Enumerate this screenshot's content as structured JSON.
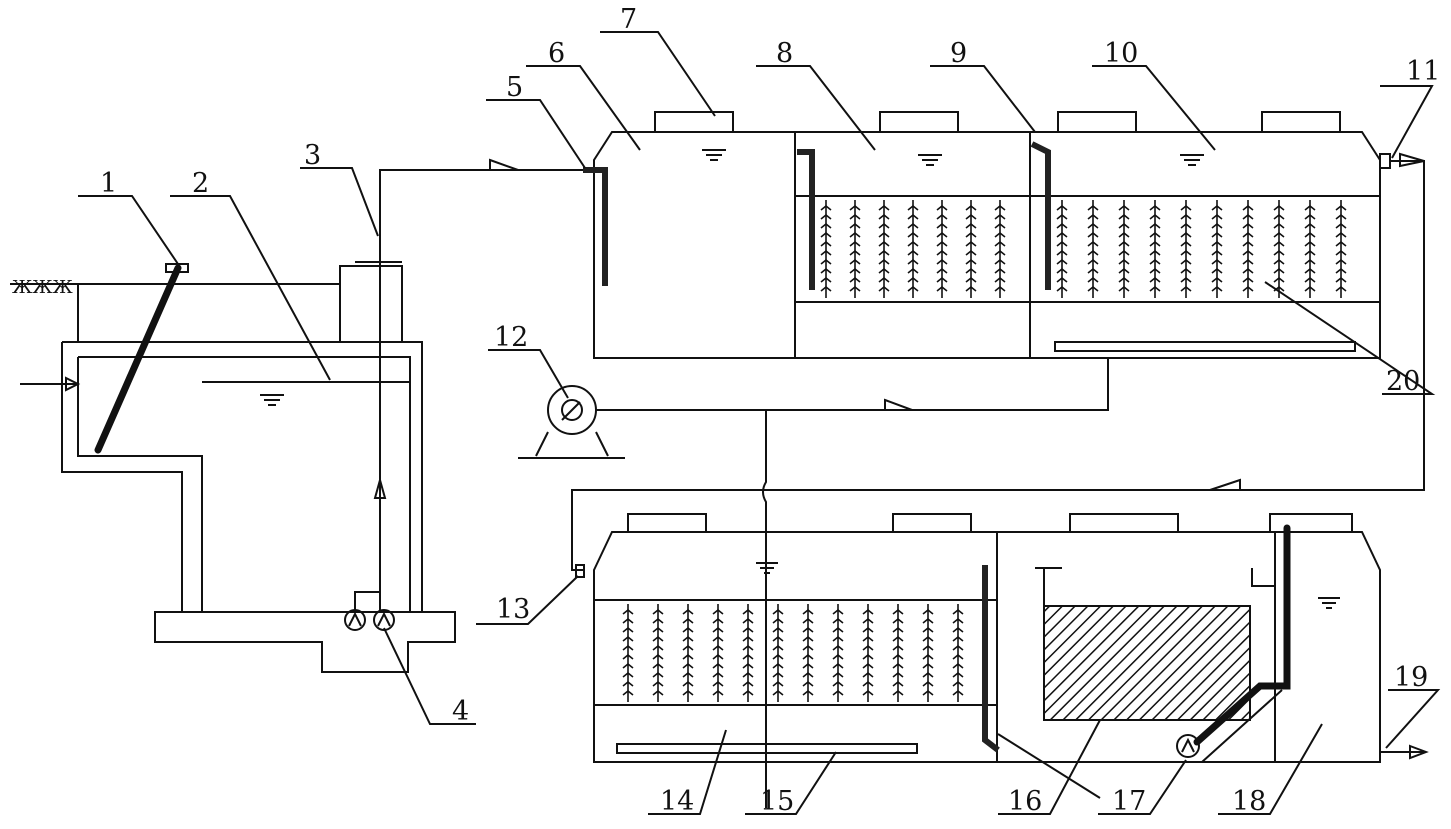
{
  "labels": {
    "l1": "1",
    "l2": "2",
    "l3": "3",
    "l4": "4",
    "l5": "5",
    "l6": "6",
    "l7": "7",
    "l8": "8",
    "l9": "9",
    "l10": "10",
    "l11": "11",
    "l12": "12",
    "l13": "13",
    "l14": "14",
    "l15": "15",
    "l16": "16",
    "l17": "17",
    "l18": "18",
    "l19": "19",
    "l20": "20"
  },
  "colors": {
    "line": "#111111",
    "background": "#ffffff"
  }
}
